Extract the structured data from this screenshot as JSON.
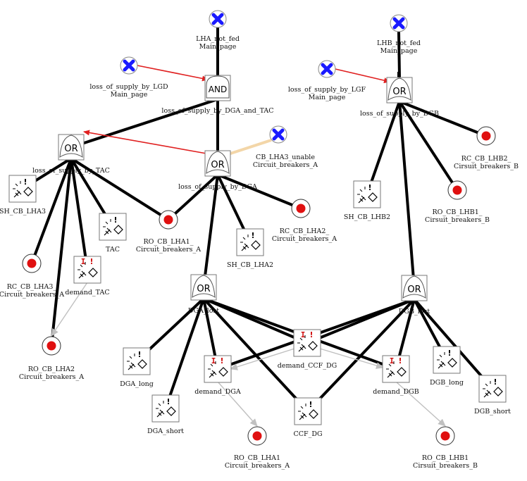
{
  "colors": {
    "edge": "#000000",
    "transfer_arrow": "#e02020",
    "transfer_icon": "#1a1aff",
    "basic_event": "#e01010",
    "ccf_arrow": "#c0c0c0",
    "pale_link": "#f3d6a8"
  },
  "nodes": [
    {
      "id": "lha_not_fed",
      "type": "transfer",
      "icon": "transfer-x-icon",
      "lines": [
        "LHA_not_fed",
        "Main_page"
      ]
    },
    {
      "id": "lhb_not_fed",
      "type": "transfer",
      "icon": "transfer-x-icon",
      "lines": [
        "LHB_not_fed",
        "Main_page"
      ]
    },
    {
      "id": "loss_lgd",
      "type": "transfer",
      "icon": "transfer-x-icon",
      "lines": [
        "loss_of_supply_by_LGD",
        "Main_page"
      ]
    },
    {
      "id": "loss_lgf",
      "type": "transfer",
      "icon": "transfer-x-icon",
      "lines": [
        "loss_of_supply_by_LGF",
        "Main_page"
      ]
    },
    {
      "id": "and_dga_tac",
      "type": "gate",
      "gate": "AND",
      "lines": [
        "loss_of_supply_by_DGA_and_TAC"
      ]
    },
    {
      "id": "or_dgb",
      "type": "gate",
      "gate": "OR",
      "lines": [
        "loss_of_supply_by_DGB"
      ]
    },
    {
      "id": "or_tac",
      "type": "gate",
      "gate": "OR",
      "lines": [
        "loss_of_supply_by_TAC"
      ]
    },
    {
      "id": "or_dga",
      "type": "gate",
      "gate": "OR",
      "lines": [
        "loss_of_supply_by_DGA"
      ]
    },
    {
      "id": "cb_lha3_unable",
      "type": "transfer",
      "icon": "transfer-x-icon",
      "lines": [
        "CB_LHA3_unable",
        "Circuit_breakers_A"
      ]
    },
    {
      "id": "rc_cb_lhb2",
      "type": "basic",
      "icon": "basic-event-icon",
      "lines": [
        "RC_CB_LHB2_",
        "Cirsuit_breakers_B"
      ]
    },
    {
      "id": "sh_cb_lha3",
      "type": "param",
      "icon": "parameter-event-icon",
      "lines": [
        "SH_CB_LHA3"
      ]
    },
    {
      "id": "tac",
      "type": "param",
      "icon": "parameter-event-icon",
      "lines": [
        "TAC"
      ]
    },
    {
      "id": "ro_cb_lha1_top",
      "type": "basic",
      "icon": "basic-event-icon",
      "lines": [
        "RO_CB_LHA1_",
        "Circuit_breakers_A"
      ]
    },
    {
      "id": "rc_cb_lha2",
      "type": "basic",
      "icon": "basic-event-icon",
      "lines": [
        "RC_CB_LHA2_",
        "Circuit_breakers_A"
      ]
    },
    {
      "id": "sh_cb_lha2",
      "type": "param",
      "icon": "parameter-event-icon",
      "lines": [
        "SH_CB_LHA2"
      ]
    },
    {
      "id": "sh_cb_lhb2",
      "type": "param",
      "icon": "parameter-event-icon",
      "lines": [
        "SH_CB_LHB2"
      ]
    },
    {
      "id": "ro_cb_lhb1_top",
      "type": "basic",
      "icon": "basic-event-icon",
      "lines": [
        "RO_CB_LHB1_",
        "Cirsuit_breakers_B"
      ]
    },
    {
      "id": "rc_cb_lha3",
      "type": "basic",
      "icon": "basic-event-icon",
      "lines": [
        "RC_CB_LHA3_",
        "Circuit_breakers_A"
      ]
    },
    {
      "id": "demand_tac",
      "type": "demand",
      "icon": "demand-event-icon",
      "lines": [
        "demand_TAC"
      ]
    },
    {
      "id": "ro_cb_lha2",
      "type": "basic",
      "icon": "basic-event-icon",
      "lines": [
        "RO_CB_LHA2",
        "Circuit_breakers_A"
      ]
    },
    {
      "id": "or_dga_lost",
      "type": "gate",
      "gate": "OR",
      "lines": [
        "DGA_lost"
      ]
    },
    {
      "id": "or_dgb_lost",
      "type": "gate",
      "gate": "OR",
      "lines": [
        "DGB_lost"
      ]
    },
    {
      "id": "demand_ccf_dg",
      "type": "demand",
      "icon": "demand-event-icon",
      "lines": [
        "demand_CCF_DG"
      ]
    },
    {
      "id": "dga_long",
      "type": "param",
      "icon": "parameter-event-icon",
      "lines": [
        "DGA_long"
      ]
    },
    {
      "id": "demand_dga",
      "type": "demand",
      "icon": "demand-event-icon",
      "lines": [
        "demand_DGA"
      ]
    },
    {
      "id": "demand_dgb",
      "type": "demand",
      "icon": "demand-event-icon",
      "lines": [
        "demand_DGB"
      ]
    },
    {
      "id": "dgb_long",
      "type": "param",
      "icon": "parameter-event-icon",
      "lines": [
        "DGB_long"
      ]
    },
    {
      "id": "dga_short",
      "type": "param",
      "icon": "parameter-event-icon",
      "lines": [
        "DGA_short"
      ]
    },
    {
      "id": "ccf_dg",
      "type": "param",
      "icon": "parameter-event-icon",
      "lines": [
        "CCF_DG"
      ]
    },
    {
      "id": "dgb_short",
      "type": "param",
      "icon": "parameter-event-icon",
      "lines": [
        "DGB_short"
      ]
    },
    {
      "id": "ro_cb_lha1_bottom",
      "type": "basic",
      "icon": "basic-event-icon",
      "lines": [
        "RO_CB_LHA1",
        "Circuit_breakers_A"
      ]
    },
    {
      "id": "ro_cb_lhb1_bottom",
      "type": "basic",
      "icon": "basic-event-icon",
      "lines": [
        "RO_CB_LHB1",
        "Cirsuit_breakers_B"
      ]
    }
  ],
  "edges": [
    {
      "from": "lha_not_fed",
      "to": "and_dga_tac",
      "kind": "tree"
    },
    {
      "from": "lhb_not_fed",
      "to": "or_dgb",
      "kind": "tree"
    },
    {
      "from": "and_dga_tac",
      "to": "or_tac",
      "kind": "tree"
    },
    {
      "from": "and_dga_tac",
      "to": "or_dga",
      "kind": "tree"
    },
    {
      "from": "or_tac",
      "to": "sh_cb_lha3",
      "kind": "tree"
    },
    {
      "from": "or_tac",
      "to": "tac",
      "kind": "tree"
    },
    {
      "from": "or_tac",
      "to": "ro_cb_lha1_top",
      "kind": "tree"
    },
    {
      "from": "or_tac",
      "to": "rc_cb_lha3",
      "kind": "tree"
    },
    {
      "from": "or_tac",
      "to": "demand_tac",
      "kind": "tree"
    },
    {
      "from": "or_tac",
      "to": "ro_cb_lha2",
      "kind": "tree"
    },
    {
      "from": "or_dga",
      "to": "ro_cb_lha1_top",
      "kind": "tree"
    },
    {
      "from": "or_dga",
      "to": "rc_cb_lha2",
      "kind": "tree"
    },
    {
      "from": "or_dga",
      "to": "sh_cb_lha2",
      "kind": "tree"
    },
    {
      "from": "or_dga",
      "to": "or_dga_lost",
      "kind": "tree"
    },
    {
      "from": "or_dgb",
      "to": "rc_cb_lhb2",
      "kind": "tree"
    },
    {
      "from": "or_dgb",
      "to": "sh_cb_lhb2",
      "kind": "tree"
    },
    {
      "from": "or_dgb",
      "to": "ro_cb_lhb1_top",
      "kind": "tree"
    },
    {
      "from": "or_dgb",
      "to": "or_dgb_lost",
      "kind": "tree"
    },
    {
      "from": "or_dga_lost",
      "to": "dga_long",
      "kind": "tree"
    },
    {
      "from": "or_dga_lost",
      "to": "dga_short",
      "kind": "tree"
    },
    {
      "from": "or_dga_lost",
      "to": "demand_dga",
      "kind": "tree"
    },
    {
      "from": "or_dga_lost",
      "to": "demand_ccf_dg",
      "kind": "tree"
    },
    {
      "from": "or_dga_lost",
      "to": "ccf_dg",
      "kind": "tree"
    },
    {
      "from": "or_dga_lost",
      "to": "demand_dgb",
      "kind": "tree"
    },
    {
      "from": "or_dgb_lost",
      "to": "demand_ccf_dg",
      "kind": "tree"
    },
    {
      "from": "or_dgb_lost",
      "to": "ccf_dg",
      "kind": "tree"
    },
    {
      "from": "or_dgb_lost",
      "to": "demand_dgb",
      "kind": "tree"
    },
    {
      "from": "or_dgb_lost",
      "to": "dgb_long",
      "kind": "tree"
    },
    {
      "from": "or_dgb_lost",
      "to": "dgb_short",
      "kind": "tree"
    },
    {
      "from": "or_dgb_lost",
      "to": "demand_dga",
      "kind": "tree"
    },
    {
      "from": "loss_lgd",
      "to": "and_dga_tac",
      "kind": "transfer"
    },
    {
      "from": "loss_lgf",
      "to": "or_dgb",
      "kind": "transfer"
    },
    {
      "from": "or_dga",
      "to": "or_tac",
      "kind": "transfer"
    },
    {
      "from": "cb_lha3_unable",
      "to": "or_dga",
      "kind": "pale"
    },
    {
      "from": "demand_tac",
      "to": "ro_cb_lha2",
      "kind": "ccf"
    },
    {
      "from": "demand_ccf_dg",
      "to": "demand_dga",
      "kind": "ccf"
    },
    {
      "from": "demand_ccf_dg",
      "to": "demand_dgb",
      "kind": "ccf"
    },
    {
      "from": "demand_dga",
      "to": "ro_cb_lha1_bottom",
      "kind": "ccf"
    },
    {
      "from": "demand_dgb",
      "to": "ro_cb_lhb1_bottom",
      "kind": "ccf"
    }
  ]
}
